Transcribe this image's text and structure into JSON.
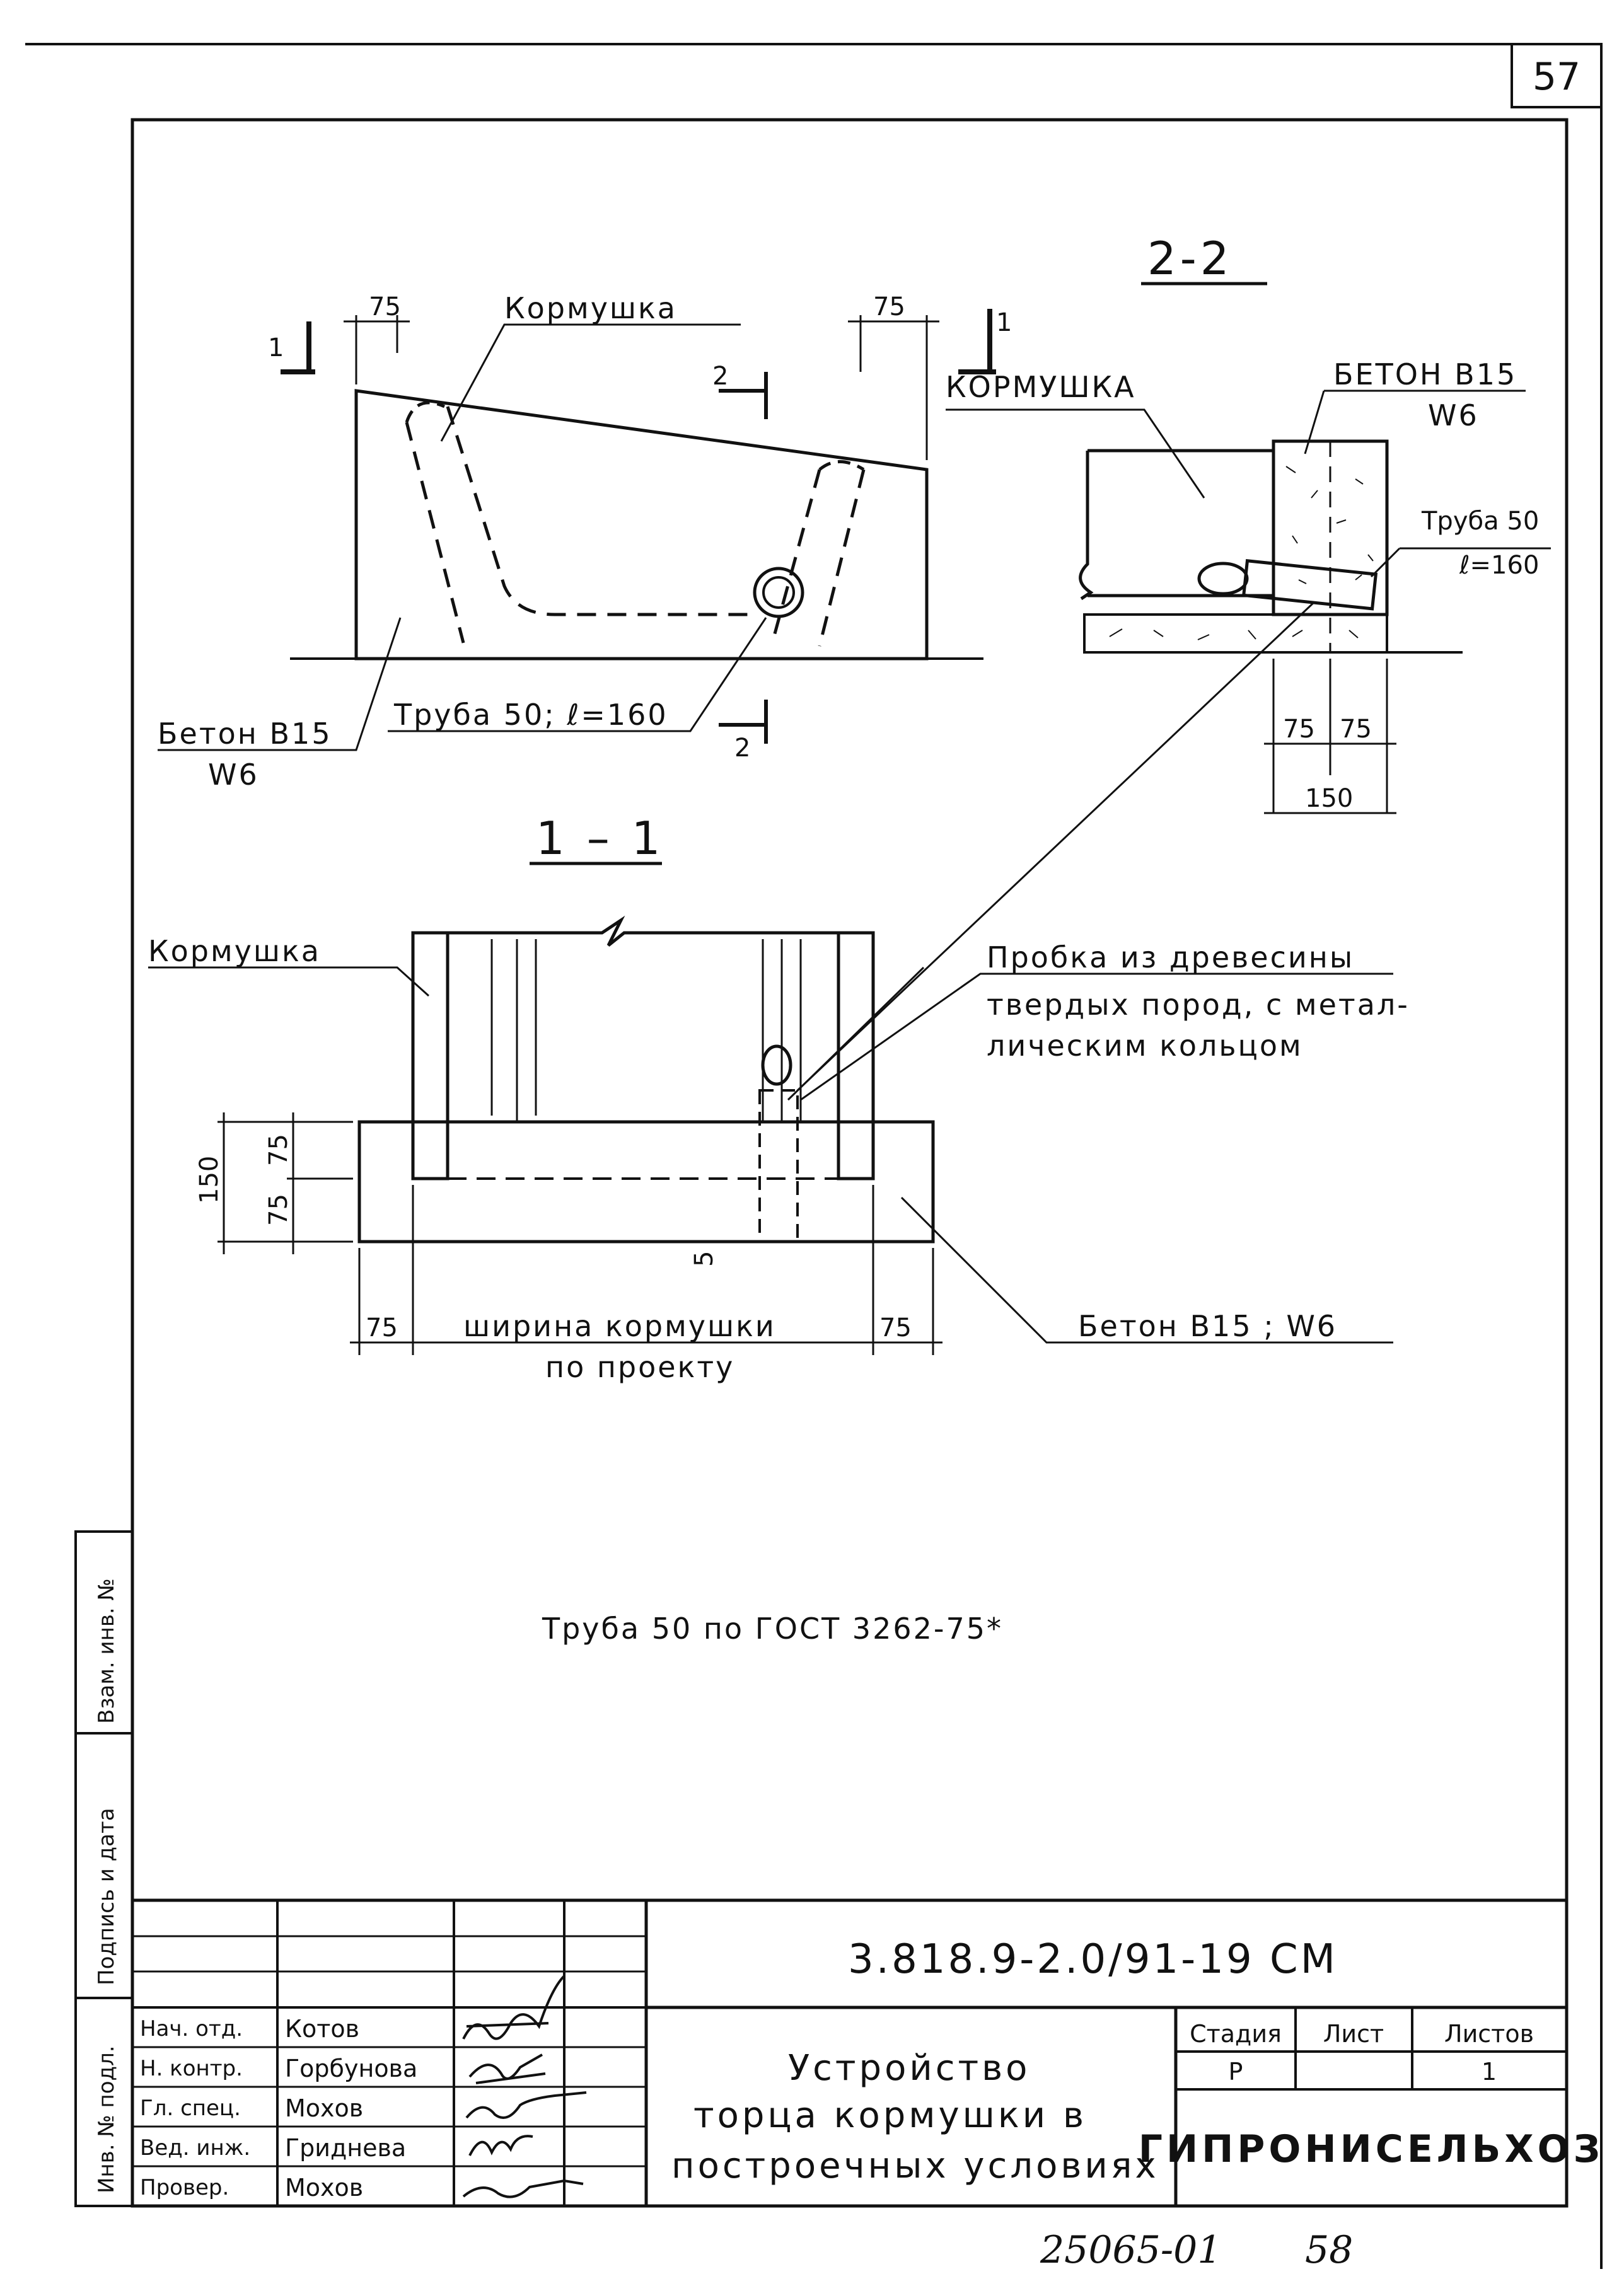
{
  "page_number": "57",
  "section_2_2": {
    "title": "2-2",
    "label_feeder": "КОРМУШКА",
    "label_concrete": "БЕТОН В15",
    "label_concrete_w": "W6",
    "label_pipe": "Труба 50",
    "label_pipe_len": "ℓ=160",
    "dim_left": "75",
    "dim_right": "75",
    "dim_total": "150"
  },
  "elevation": {
    "label_feeder": "Кормушка",
    "dim_left": "75",
    "dim_right": "75",
    "label_concrete": "Бетон В15",
    "label_concrete_w": "W6",
    "label_pipe": "Труба 50; ℓ=160",
    "cut_1_left": "1",
    "cut_1_right": "1",
    "cut_2_top": "2",
    "cut_2_bottom": "2"
  },
  "section_1_1": {
    "title": "1 – 1",
    "label_feeder": "Кормушка",
    "label_plug_1": "Пробка из древесины",
    "label_plug_2": "твердых пород, с метал-",
    "label_plug_3": "лическим кольцом",
    "dim_150": "150",
    "dim_75_top": "75",
    "dim_75_bottom": "75",
    "dim_5": "5",
    "dim_75_left": "75",
    "dim_75_right": "75",
    "label_width": "ширина кормушки",
    "label_width_2": "по проекту",
    "label_concrete": "Бетон В15 ; W6"
  },
  "note": "Труба 50 по ГОСТ 3262-75*",
  "side_stamp": {
    "inv_orig": "Инв. № подл.",
    "sign_date": "Подпись и дата",
    "inv_repl": "Взам. инв. №"
  },
  "title_block": {
    "doc_code": "3.818.9-2.0/91-19 СМ",
    "title_line_1": "Устройство",
    "title_line_2": "торца кормушки в",
    "title_line_3": "построечных условиях",
    "stage_header": "Стадия",
    "sheet_header": "Лист",
    "sheets_header": "Листов",
    "stage_value": "Р",
    "sheet_value": "",
    "sheets_value": "1",
    "organization": "ГИПРОНИСЕЛЬХОЗ",
    "signers": [
      {
        "role": "Нач. отд.",
        "name": "Котов"
      },
      {
        "role": "Н. контр.",
        "name": "Горбунова"
      },
      {
        "role": "Гл. спец.",
        "name": "Мохов"
      },
      {
        "role": "Вед. инж.",
        "name": "Гриднева"
      },
      {
        "role": "Провер.",
        "name": "Мохов"
      }
    ]
  },
  "footer": {
    "inventory_number": "25065-01",
    "page": "58"
  }
}
